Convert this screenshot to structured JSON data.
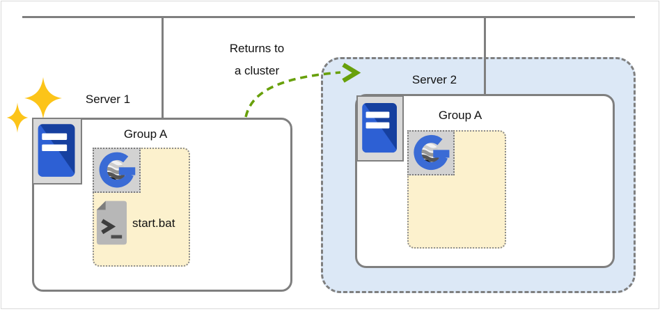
{
  "annotation": {
    "line1": "Returns to",
    "line2": "a cluster"
  },
  "server1": {
    "label": "Server 1",
    "group_label": "Group A",
    "file_label": "start.bat"
  },
  "server2": {
    "label": "Server 2",
    "group_label": "Group A"
  },
  "icons": {
    "server": "server-tower-icon",
    "app": "app-g-logo-icon",
    "batch_file": "batch-file-terminal-icon",
    "sparkle": "sparkles-icon",
    "arrow": "dashed-curved-arrow-icon"
  },
  "colors": {
    "border_gray": "#7f7f7f",
    "cluster_fill": "#dce8f6",
    "group_fill": "#fcf1cd",
    "server_blue_light": "#2d60d4",
    "server_blue_dark": "#16409f",
    "logo_blue": "#3a6bd5",
    "sparkle_gold": "#fcc419",
    "accent_green": "#68a00b"
  }
}
